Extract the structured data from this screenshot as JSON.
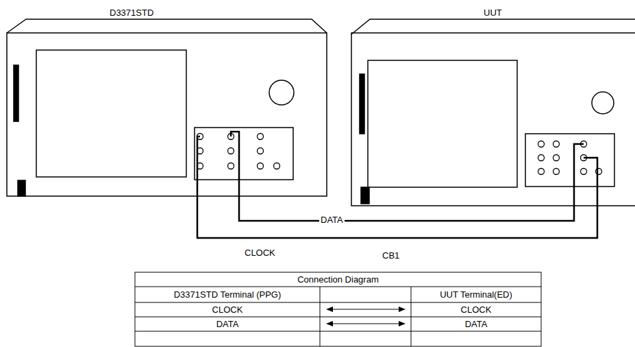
{
  "diagram": {
    "nodes": [
      {
        "text": [
          "D3371STD"
        ]
      },
      {
        "text": [
          "UUT"
        ]
      }
    ],
    "edges": [
      {
        "from": 0,
        "to": 1,
        "arrow": "none",
        "label": "DATA"
      },
      {
        "from": 0,
        "to": 1,
        "arrow": "none",
        "label": "CLOCK"
      }
    ],
    "labels": [
      "CB1",
      "Connection Diagram",
      "D3371STD Terminal (PPG)",
      "UUT Terminal(ED)",
      "CLOCK",
      "CLOCK",
      "DATA",
      "DATA"
    ]
  }
}
